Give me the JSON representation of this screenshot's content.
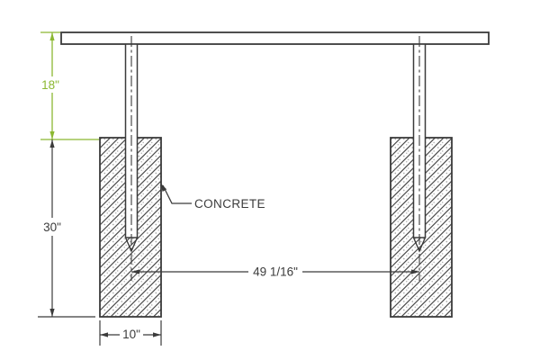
{
  "diagram": {
    "type": "installation-section-drawing",
    "labels": {
      "concrete": "CONCRETE"
    },
    "dimensions": {
      "post_height_above_grade": "18\"",
      "footing_depth": "30\"",
      "footing_width": "10\"",
      "post_spacing": "49 1/16\""
    },
    "colors": {
      "accent_green": "#8CB832",
      "line_dark": "#3B3B3B",
      "background": "#FFFFFF",
      "hatch_speckle": "#A9A9A9"
    }
  }
}
